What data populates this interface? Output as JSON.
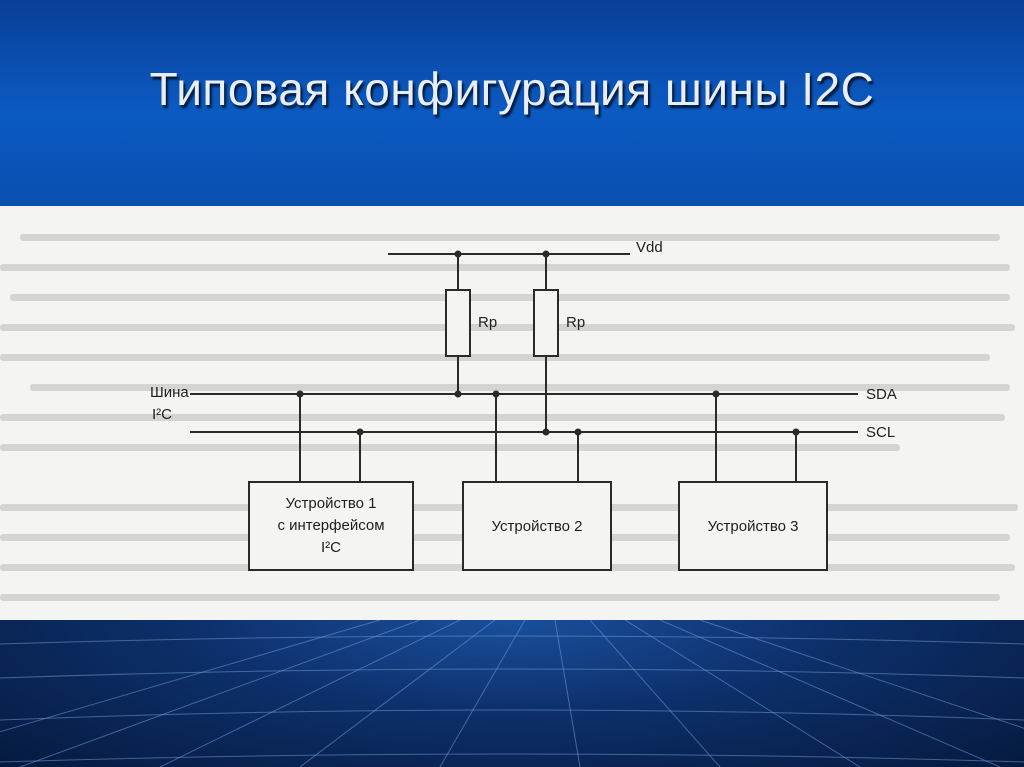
{
  "slide": {
    "title": "Типовая конфигурация шины I2C"
  },
  "diagram": {
    "vdd_label": "Vdd",
    "resistor_1_label": "Rp",
    "resistor_2_label": "Rp",
    "bus_label_line1": "Шина",
    "bus_label_line2": "I²C",
    "sda_label": "SDA",
    "scl_label": "SCL",
    "device_1": {
      "line1": "Устройство 1",
      "line2": "с интерфейсом",
      "line3": "I²C"
    },
    "device_2": {
      "line1": "Устройство 2"
    },
    "device_3": {
      "line1": "Устройство 3"
    }
  },
  "colors": {
    "title_band": "#0a4fae",
    "figure_background": "#f4f4f2",
    "line": "#2a2a2a"
  }
}
